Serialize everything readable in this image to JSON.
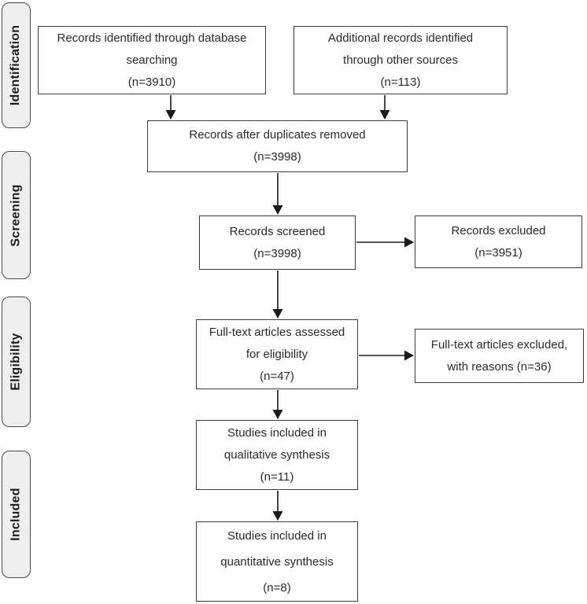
{
  "stages": {
    "identification": "Identification",
    "screening": "Screening",
    "eligibility": "Eligibility",
    "included": "Included"
  },
  "nodes": {
    "records_identified": {
      "text": "Records identified through database\nsearching\n(n=3910)"
    },
    "additional_records": {
      "text": "Additional records identified\nthrough other sources\n(n=113)"
    },
    "after_duplicates": {
      "text": "Records after duplicates removed\n(n=3998)"
    },
    "records_screened": {
      "text": "Records screened\n(n=3998)"
    },
    "records_excluded": {
      "text": "Records excluded\n(n=3951)"
    },
    "fulltext_assessed": {
      "text": "Full-text articles assessed\nfor eligibility\n(n=47)"
    },
    "fulltext_excluded": {
      "text": "Full-text articles excluded,\nwith reasons (n=36)"
    },
    "qualitative_synthesis": {
      "text": "Studies included in\nqualitative synthesis\n(n=11)"
    },
    "quantitative_synthesis": {
      "text": "Studies included in\nquantitative synthesis\n(n=8)"
    }
  },
  "colors": {
    "box_border": "#3d3d3d",
    "label_fill": "#efefef",
    "arrow": "#1a1a1a",
    "text": "#2b2b2b"
  }
}
